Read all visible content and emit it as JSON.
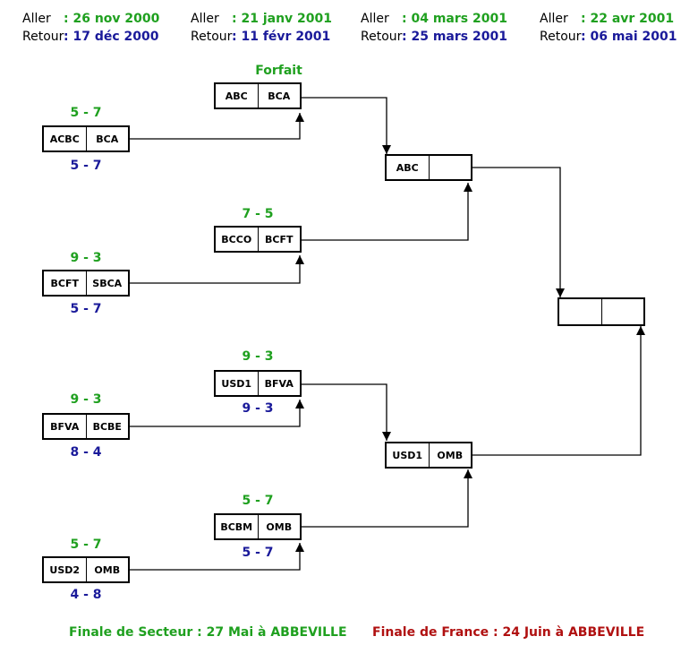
{
  "header": [
    {
      "aller_label": "Aller",
      "aller_date": ": 26 nov 2000",
      "retour_label": "Retour",
      "retour_date": ": 17 déc 2000"
    },
    {
      "aller_label": "Aller",
      "aller_date": ": 21 janv 2001",
      "retour_label": "Retour",
      "retour_date": ": 11 févr 2001"
    },
    {
      "aller_label": "Aller",
      "aller_date": ": 04 mars 2001",
      "retour_label": "Retour",
      "retour_date": ": 25 mars 2001"
    },
    {
      "aller_label": "Aller",
      "aller_date": ": 22 avr 2001",
      "retour_label": "Retour",
      "retour_date": ": 06 mai 2001"
    }
  ],
  "round1": [
    {
      "home": "ACBC",
      "away": "BCA",
      "aller": "5 - 7",
      "retour": "5 - 7"
    },
    {
      "home": "BCFT",
      "away": "SBCA",
      "aller": "9 - 3",
      "retour": "5 - 7"
    },
    {
      "home": "BFVA",
      "away": "BCBE",
      "aller": "9 - 3",
      "retour": "8 - 4"
    },
    {
      "home": "USD2",
      "away": "OMB",
      "aller": "5 - 7",
      "retour": "4 - 8"
    }
  ],
  "round2": [
    {
      "home": "ABC",
      "away": "BCA",
      "aller": "Forfait",
      "retour": ""
    },
    {
      "home": "BCCO",
      "away": "BCFT",
      "aller": "7 - 5",
      "retour": ""
    },
    {
      "home": "USD1",
      "away": "BFVA",
      "aller": "9 - 3",
      "retour": "9 - 3"
    },
    {
      "home": "BCBM",
      "away": "OMB",
      "aller": "5 - 7",
      "retour": "5 - 7"
    }
  ],
  "round3": [
    {
      "home": "ABC",
      "away": ""
    },
    {
      "home": "USD1",
      "away": "OMB"
    }
  ],
  "final": {
    "home": "",
    "away": ""
  },
  "footer": {
    "sector": "Finale de Secteur : 27 Mai à ABBEVILLE",
    "france": "Finale de France : 24 Juin à ABBEVILLE"
  },
  "colors": {
    "aller": "#1fa01f",
    "retour": "#1a1a9a",
    "france": "#b01010",
    "line": "#000000"
  }
}
